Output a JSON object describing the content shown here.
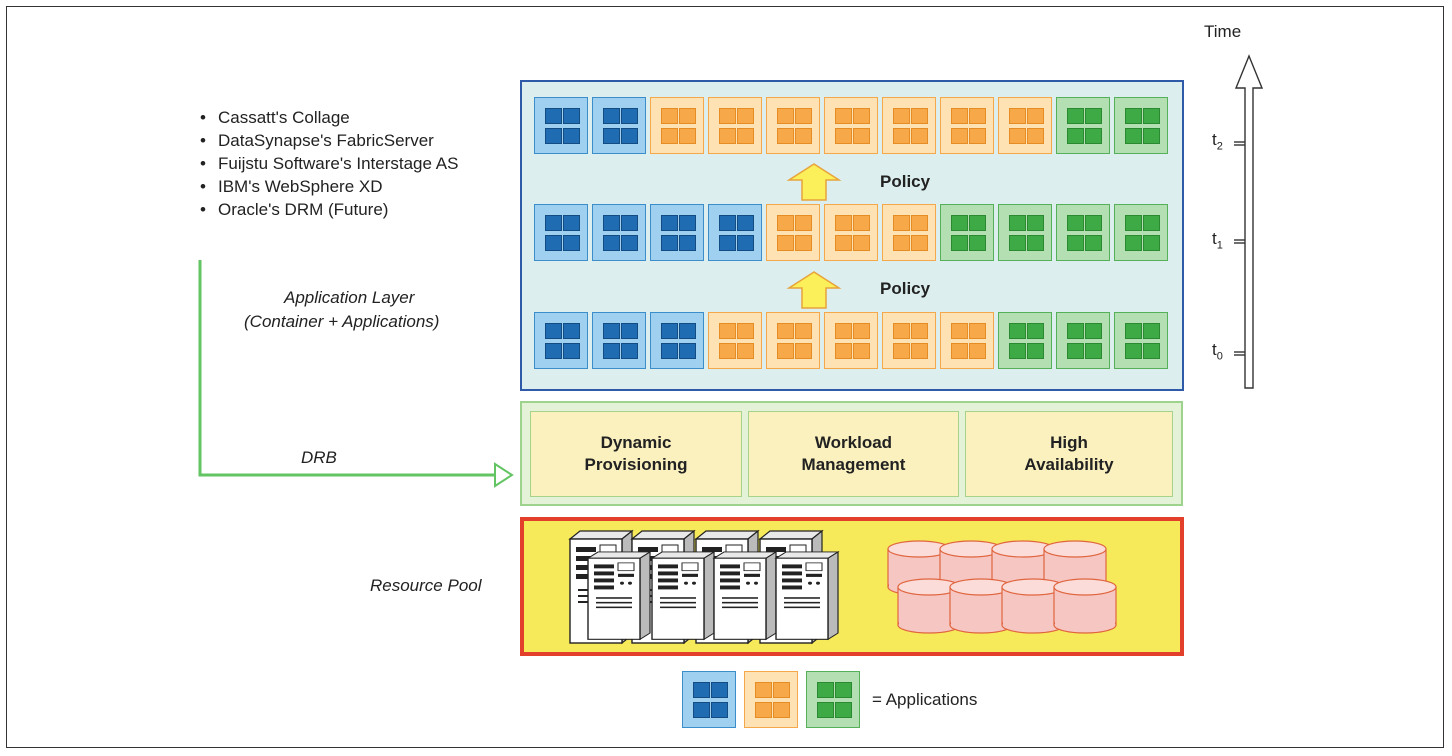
{
  "vendors": [
    "Cassatt's Collage",
    "DataSynapse's FabricServer",
    "Fuijstu Software's Interstage AS",
    "IBM's WebSphere XD",
    "Oracle's DRM (Future)"
  ],
  "labels": {
    "application_layer_line1": "Application Layer",
    "application_layer_line2": "(Container + Applications)",
    "drb": "DRB",
    "resource_pool": "Resource Pool",
    "policy_upper": "Policy",
    "policy_lower": "Policy",
    "legend": "= Applications",
    "time": "Time",
    "t2": "t",
    "t2_sub": "2",
    "t1": "t",
    "t1_sub": "1",
    "t0": "t",
    "t0_sub": "0"
  },
  "services": [
    "Dynamic\nProvisioning",
    "Workload\nManagement",
    "High\nAvailability"
  ],
  "application_rows": {
    "t2": [
      "blue",
      "blue",
      "orange",
      "orange",
      "orange",
      "orange",
      "orange",
      "orange",
      "orange",
      "green",
      "green"
    ],
    "t1": [
      "blue",
      "blue",
      "blue",
      "blue",
      "orange",
      "orange",
      "orange",
      "green",
      "green",
      "green",
      "green"
    ],
    "t0": [
      "blue",
      "blue",
      "blue",
      "orange",
      "orange",
      "orange",
      "orange",
      "orange",
      "green",
      "green",
      "green"
    ]
  },
  "legend_colors": [
    "blue",
    "orange",
    "green"
  ],
  "colors": {
    "blue": "#1f6cb2",
    "orange": "#f7a94a",
    "green": "#3eaa45",
    "app_layer_border": "#2f5aa8",
    "drb_arrow": "#62c462",
    "pool_fill": "#f7ea5a",
    "pool_border": "#e2402a",
    "policy_arrow": "#fbf05a"
  }
}
